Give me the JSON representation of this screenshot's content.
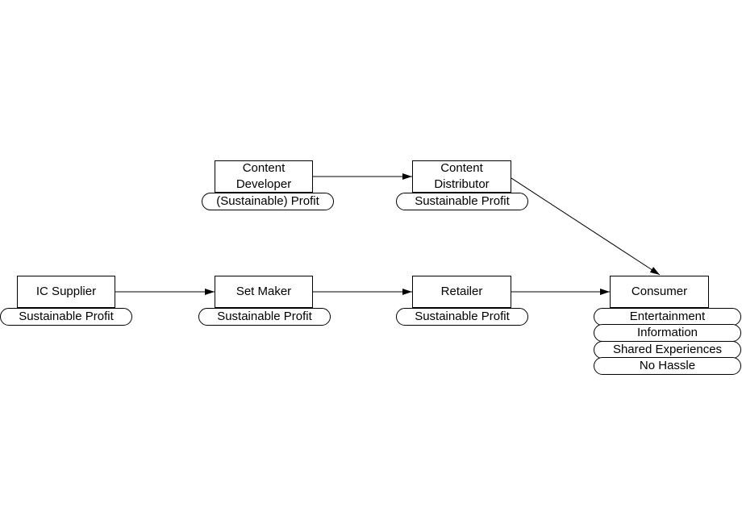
{
  "nodes": {
    "content_developer": {
      "label_line1": "Content",
      "label_line2": "Developer",
      "tag": "(Sustainable) Profit"
    },
    "content_distributor": {
      "label_line1": "Content",
      "label_line2": "Distributor",
      "tag": "Sustainable Profit"
    },
    "ic_supplier": {
      "label": "IC Supplier",
      "tag": "Sustainable Profit"
    },
    "set_maker": {
      "label": "Set Maker",
      "tag": "Sustainable Profit"
    },
    "retailer": {
      "label": "Retailer",
      "tag": "Sustainable Profit"
    },
    "consumer": {
      "label": "Consumer",
      "tags": [
        "Entertainment",
        "Information",
        "Shared Experiences",
        "No Hassle"
      ]
    }
  },
  "edges": [
    {
      "from": "content_developer",
      "to": "content_distributor"
    },
    {
      "from": "content_distributor",
      "to": "consumer"
    },
    {
      "from": "ic_supplier",
      "to": "set_maker"
    },
    {
      "from": "set_maker",
      "to": "retailer"
    },
    {
      "from": "retailer",
      "to": "consumer"
    }
  ]
}
